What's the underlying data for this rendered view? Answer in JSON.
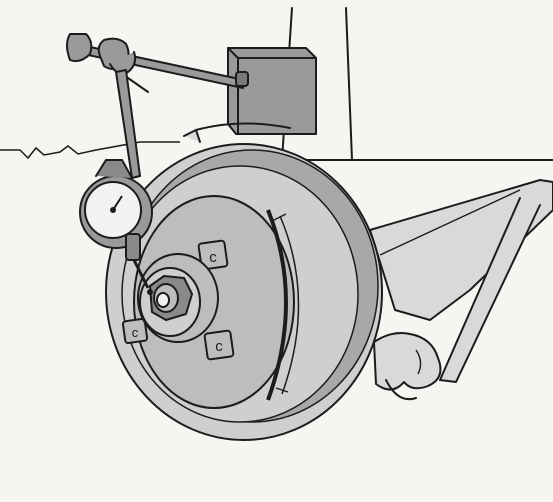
{
  "illustration": {
    "palette": {
      "paper": "#f6f5f2",
      "ink": "#1c1c1c",
      "disc_face": "#cfcfcf",
      "disc_band": "#a8a8a8",
      "hub": "#bdbdbd",
      "dark_metal": "#8a8a8a",
      "gauge_body": "#9a9a9a",
      "gauge_face": "#f2f2f2",
      "bracket": "#d9d9d9"
    },
    "hub_marks": [
      "c",
      "c",
      "c"
    ],
    "components": [
      "strut-shock",
      "suspension-arm",
      "magnetic-base",
      "indicator-rod",
      "dial-indicator",
      "brake-rotor",
      "hub-assembly",
      "axle-nut",
      "wheel-studs",
      "lug-nuts",
      "ball-joint-knuckle"
    ]
  }
}
